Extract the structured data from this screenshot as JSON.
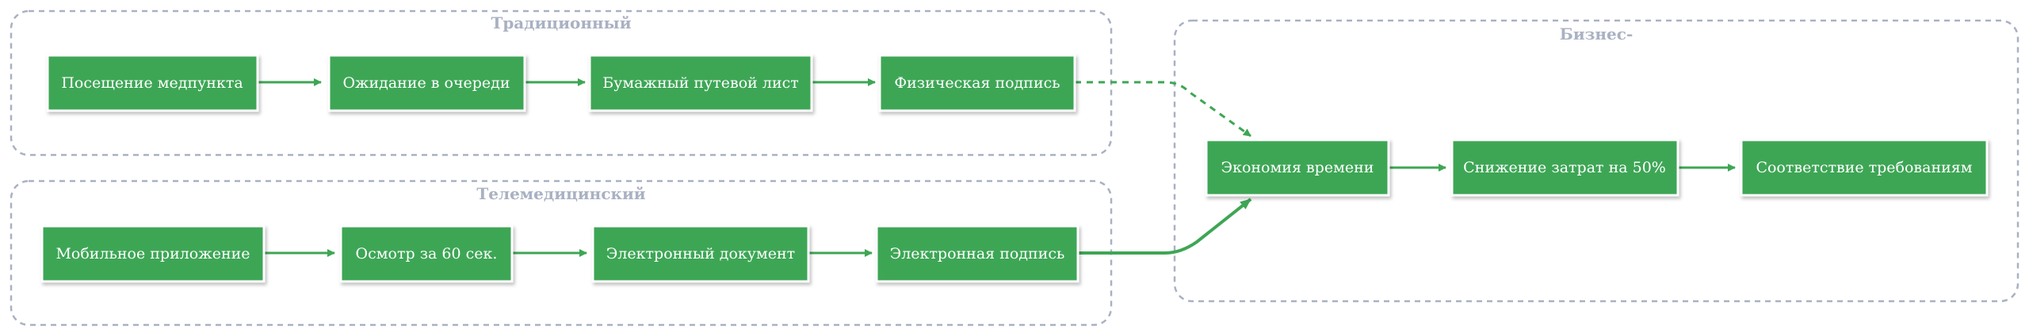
{
  "colors": {
    "node_fill": "#3ea654",
    "edge": "#3ea654",
    "group_border": "#a9b1c2",
    "group_title": "#a9b1c2"
  },
  "groups": {
    "traditional": {
      "title": "Традиционный"
    },
    "telemedicine": {
      "title": "Телемедицинский"
    },
    "business": {
      "title": "Бизнес-"
    }
  },
  "nodes": {
    "visit": {
      "label": "Посещение медпункта"
    },
    "queue": {
      "label": "Ожидание в очереди"
    },
    "paper": {
      "label": "Бумажный путевой лист"
    },
    "physical_sign": {
      "label": "Физическая подпись"
    },
    "mobile_app": {
      "label": "Мобильное приложение"
    },
    "exam": {
      "label": "Осмотр за 60 сек."
    },
    "e_doc": {
      "label": "Электронный документ"
    },
    "e_sign": {
      "label": "Электронная подпись"
    },
    "time_save": {
      "label": "Экономия времени"
    },
    "cost_cut": {
      "label": "Снижение затрат на 50%"
    },
    "compliance": {
      "label": "Соответствие требованиям"
    }
  },
  "edges": [
    {
      "from": "visit",
      "to": "queue",
      "style": "solid"
    },
    {
      "from": "queue",
      "to": "paper",
      "style": "solid"
    },
    {
      "from": "paper",
      "to": "physical_sign",
      "style": "solid"
    },
    {
      "from": "mobile_app",
      "to": "exam",
      "style": "solid"
    },
    {
      "from": "exam",
      "to": "e_doc",
      "style": "solid"
    },
    {
      "from": "e_doc",
      "to": "e_sign",
      "style": "solid"
    },
    {
      "from": "physical_sign",
      "to": "time_save",
      "style": "dashed"
    },
    {
      "from": "e_sign",
      "to": "time_save",
      "style": "bold"
    },
    {
      "from": "time_save",
      "to": "cost_cut",
      "style": "solid"
    },
    {
      "from": "cost_cut",
      "to": "compliance",
      "style": "solid"
    }
  ]
}
